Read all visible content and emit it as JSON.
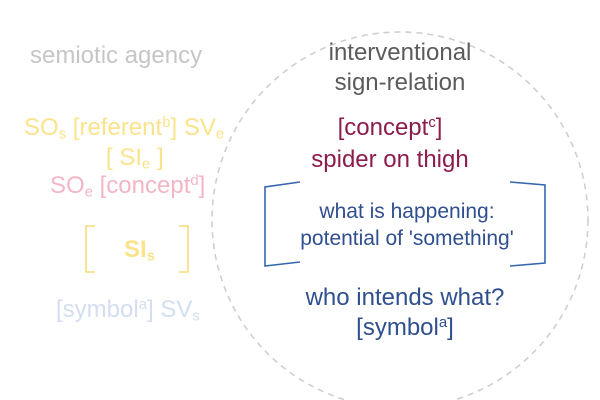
{
  "colors": {
    "gray": "#c6c6c6",
    "dark_gray": "#5b5b5b",
    "yellow": "#fbe38c",
    "pink": "#f3b6c6",
    "light_blue": "#d4def0",
    "maroon": "#8c1c4c",
    "navy": "#2f4f8f",
    "bracket_yellow": "#f5db7c",
    "bracket_blue": "#3566b0",
    "circle": "#cfcfcf"
  },
  "left": {
    "agency_label": "semiotic agency",
    "line1": {
      "so": "SO",
      "so_sub": "s",
      "ref_open": "[referent",
      "ref_sup": "b",
      "ref_close": "]",
      "sv": "SV",
      "sv_sub": "e"
    },
    "line2": {
      "open": "[",
      "si": "SI",
      "si_sub": "e",
      "close": "]"
    },
    "line3": {
      "so": "SO",
      "so_sub": "e",
      "con_open": "[concept",
      "con_sup": "d",
      "con_close": "]"
    },
    "si_box": {
      "si": "SI",
      "si_sub": "s"
    },
    "line5": {
      "sym_open": "[symbol",
      "sym_sup": "a",
      "sym_close": "]",
      "sv": "SV",
      "sv_sub": "s"
    }
  },
  "right": {
    "title_line1": "interventional",
    "title_line2": "sign-relation",
    "concept": {
      "open": "[concept",
      "sup": "c",
      "close": "]"
    },
    "spider": "spider on thigh",
    "happening_line1": "what is happening:",
    "happening_line2": "potential of 'something'",
    "who": "who intends what?",
    "symbol": {
      "open": "[symbol",
      "sup": "a",
      "close": "]"
    }
  }
}
